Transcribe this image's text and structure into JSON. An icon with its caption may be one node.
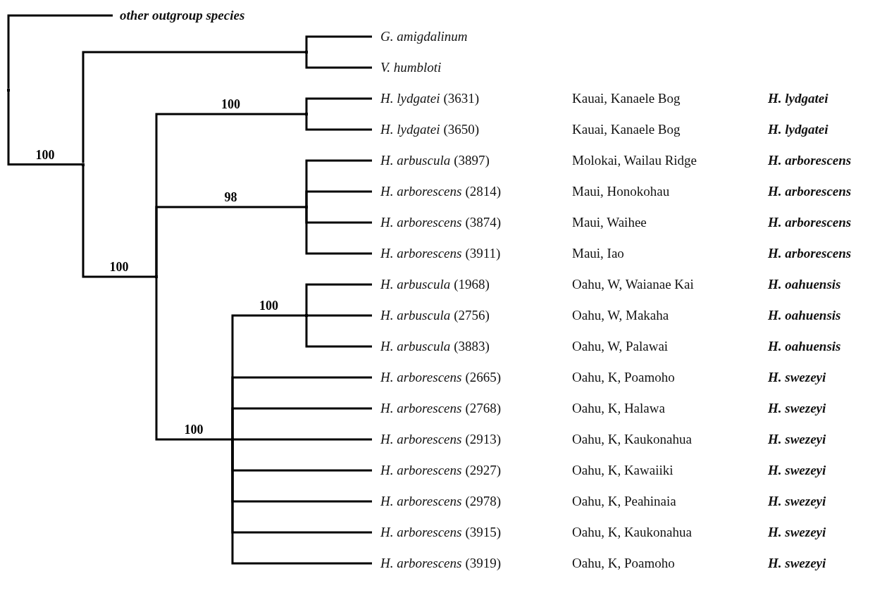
{
  "diagram": {
    "nodes": [
      {
        "text": [],
        "shape": "point"
      },
      {
        "text": [
          "other outgroup species"
        ]
      },
      {
        "text": [],
        "shape": "point"
      },
      {
        "text": [],
        "shape": "point"
      },
      {
        "text": [
          "G. amigdalinum"
        ]
      },
      {
        "text": [
          "V. humbloti"
        ]
      },
      {
        "text": [],
        "shape": "point"
      },
      {
        "text": [],
        "shape": "point"
      },
      {
        "text": [
          "H. lydgatei",
          "(3631)",
          "Kauai, Kanaele Bog",
          "H. lydgatei"
        ]
      },
      {
        "text": [
          "H. lydgatei",
          "(3650)",
          "Kauai, Kanaele Bog",
          "H. lydgatei"
        ]
      },
      {
        "text": [],
        "shape": "point"
      },
      {
        "text": [
          "H. arbuscula",
          "(3897)",
          "Molokai, Wailau Ridge",
          "H. arborescens"
        ]
      },
      {
        "text": [
          "H. arborescens",
          "(2814)",
          "Maui, Honokohau",
          "H. arborescens"
        ]
      },
      {
        "text": [
          "H. arborescens",
          "(3874)",
          "Maui, Waihee",
          "H. arborescens"
        ]
      },
      {
        "text": [
          "H. arborescens",
          "(3911)",
          "Maui, Iao",
          "H. arborescens"
        ]
      },
      {
        "text": [],
        "shape": "point"
      },
      {
        "text": [],
        "shape": "point"
      },
      {
        "text": [
          "H. arbuscula",
          "(1968)",
          "Oahu, W, Waianae Kai",
          "H. oahuensis"
        ]
      },
      {
        "text": [
          "H. arbuscula",
          "(2756)",
          "Oahu, W, Makaha",
          "H. oahuensis"
        ]
      },
      {
        "text": [
          "H. arbuscula",
          "(3883)",
          "Oahu, W, Palawai",
          "H. oahuensis"
        ]
      },
      {
        "text": [
          "H. arborescens",
          "(2665)",
          "Oahu, K, Poamoho",
          "H. swezeyi"
        ]
      },
      {
        "text": [
          "H. arborescens",
          "(2768)",
          "Oahu, K, Halawa",
          "H. swezeyi"
        ]
      },
      {
        "text": [
          "H. arborescens",
          "(2913)",
          "Oahu, K, Kaukonahua",
          "H. swezeyi"
        ]
      },
      {
        "text": [
          "H. arborescens",
          "(2927)",
          "Oahu, K, Kawaiiki",
          "H. swezeyi"
        ]
      },
      {
        "text": [
          "H. arborescens",
          "(2978)",
          "Oahu, K, Peahinaia",
          "H. swezeyi"
        ]
      },
      {
        "text": [
          "H. arborescens",
          "(3915)",
          "Oahu, K, Kaukonahua",
          "H. swezeyi"
        ]
      },
      {
        "text": [
          "H. arborescens",
          "(3919)",
          "Oahu, K, Poamoho",
          "H. swezeyi"
        ]
      }
    ],
    "edges": [
      {
        "from": 0,
        "to": 1,
        "arrow": "none"
      },
      {
        "from": 0,
        "to": 2,
        "arrow": "none",
        "label": "100"
      },
      {
        "from": 2,
        "to": 3,
        "arrow": "none"
      },
      {
        "from": 2,
        "to": 6,
        "arrow": "none",
        "label": "100"
      },
      {
        "from": 3,
        "to": 4,
        "arrow": "none"
      },
      {
        "from": 3,
        "to": 5,
        "arrow": "none"
      },
      {
        "from": 6,
        "to": 7,
        "arrow": "none",
        "label": "100"
      },
      {
        "from": 6,
        "to": 10,
        "arrow": "none",
        "label": "98"
      },
      {
        "from": 6,
        "to": 15,
        "arrow": "none",
        "label": "100"
      },
      {
        "from": 7,
        "to": 8,
        "arrow": "none"
      },
      {
        "from": 7,
        "to": 9,
        "arrow": "none"
      },
      {
        "from": 10,
        "to": 11,
        "arrow": "none"
      },
      {
        "from": 10,
        "to": 12,
        "arrow": "none"
      },
      {
        "from": 10,
        "to": 13,
        "arrow": "none"
      },
      {
        "from": 10,
        "to": 14,
        "arrow": "none"
      },
      {
        "from": 15,
        "to": 16,
        "arrow": "none",
        "label": "100"
      },
      {
        "from": 16,
        "to": 17,
        "arrow": "none"
      },
      {
        "from": 16,
        "to": 18,
        "arrow": "none"
      },
      {
        "from": 16,
        "to": 19,
        "arrow": "none"
      },
      {
        "from": 15,
        "to": 20,
        "arrow": "none"
      },
      {
        "from": 15,
        "to": 21,
        "arrow": "none"
      },
      {
        "from": 15,
        "to": 22,
        "arrow": "none"
      },
      {
        "from": 15,
        "to": 23,
        "arrow": "none"
      },
      {
        "from": 15,
        "to": 24,
        "arrow": "none"
      },
      {
        "from": 15,
        "to": 25,
        "arrow": "none"
      },
      {
        "from": 15,
        "to": 26,
        "arrow": "none"
      }
    ]
  }
}
